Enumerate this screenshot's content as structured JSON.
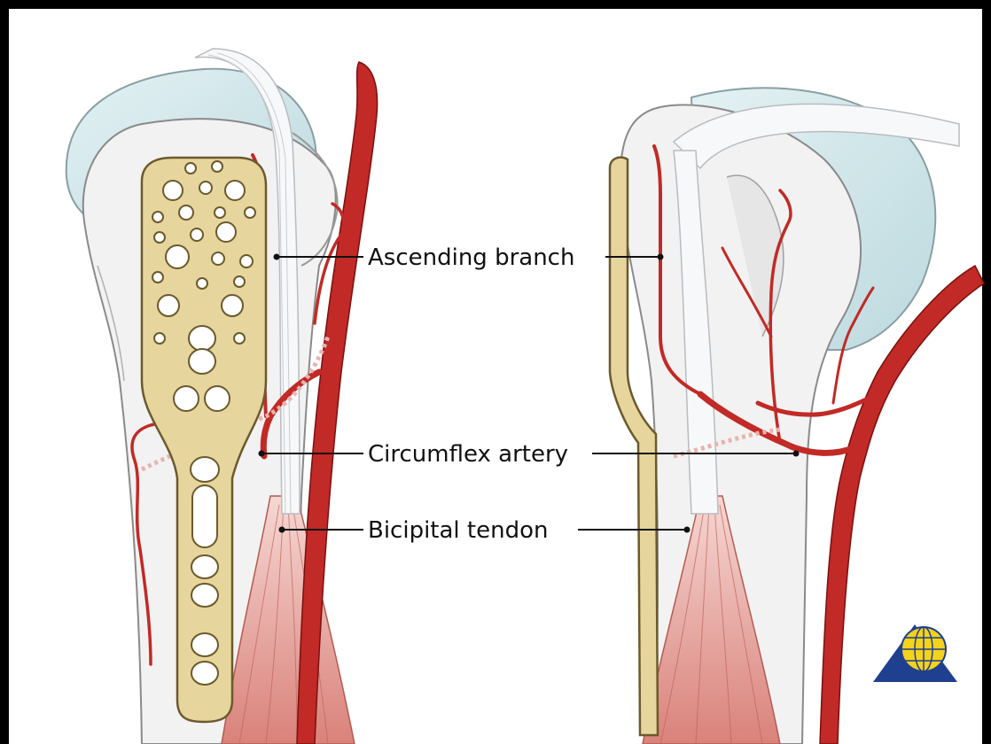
{
  "labels": {
    "ascending_branch": "Ascending branch",
    "circumflex_artery": "Circumflex artery",
    "bicipital_tendon": "Bicipital tendon"
  },
  "logo": {
    "icon": "ao-globe-triangle-logo"
  },
  "colors": {
    "frame": "#000000",
    "background": "#ffffff",
    "bone": "#f2f2f2",
    "bone_outline": "#8a8a8a",
    "cartilage": "#cfe6ea",
    "plate": "#e6d59c",
    "plate_outline": "#6b5a2d",
    "artery": "#c12a26",
    "artery_dark": "#7a1010",
    "tendon": "#f6f7f8",
    "muscle": "#e8a8a2",
    "logo_blue": "#1f3f8f",
    "logo_yellow": "#f5d21b"
  }
}
